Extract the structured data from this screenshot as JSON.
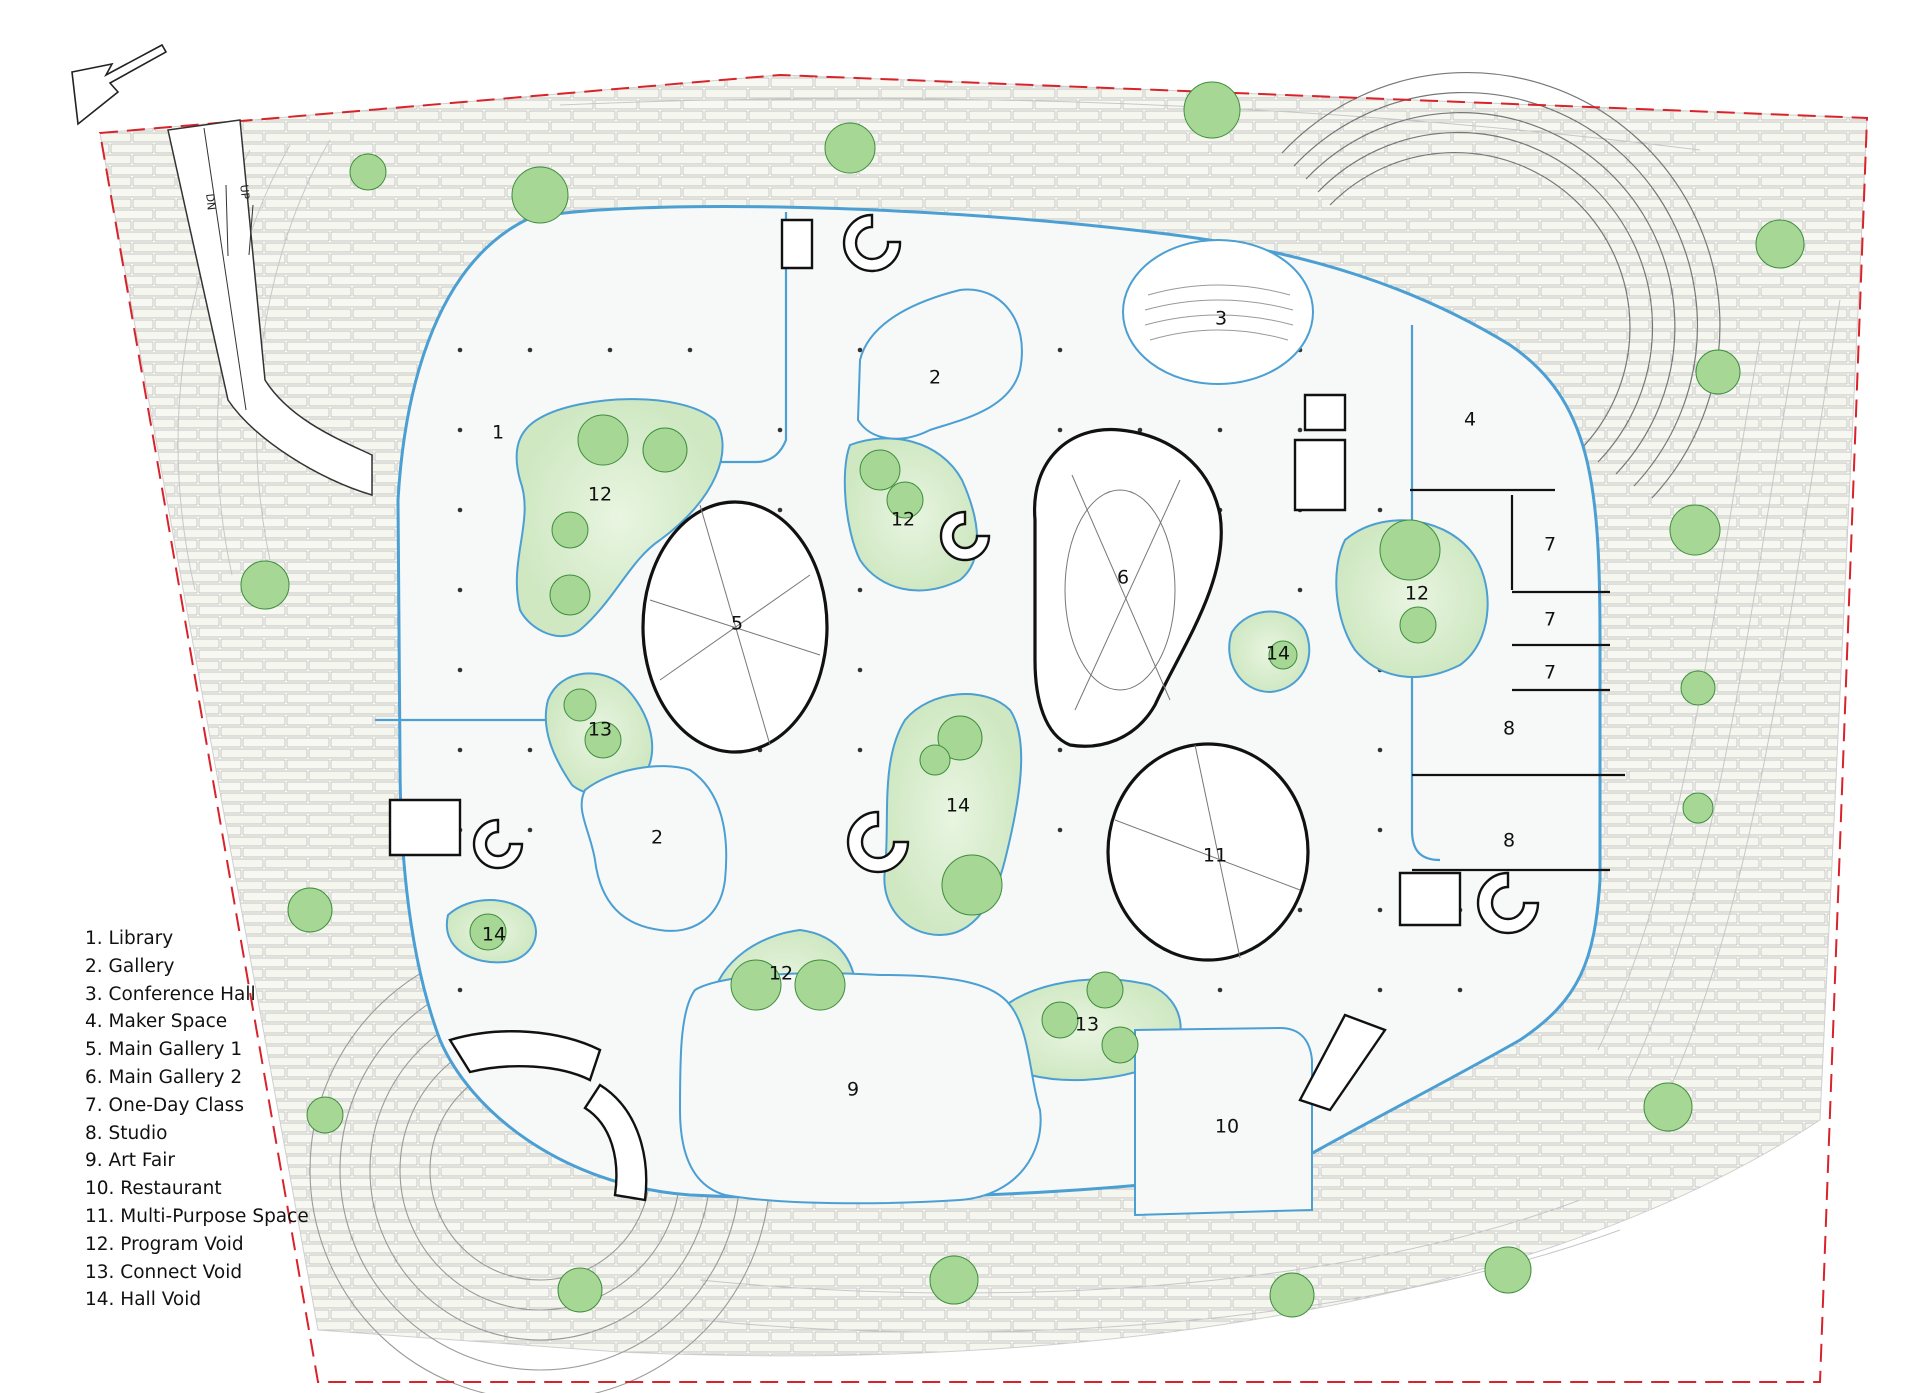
{
  "legend": [
    "1. Library",
    "2. Gallery",
    "3. Conference Hall",
    "4. Maker Space",
    "5. Main Gallery 1",
    "6. Main Gallery 2",
    "7. One-Day Class",
    "8. Studio",
    "9. Art Fair",
    "10. Restaurant",
    "11. Multi-Purpose Space",
    "12. Program Void",
    "13. Connect Void",
    "14. Hall Void"
  ],
  "labels": {
    "library": "1",
    "gallery": "2",
    "conference_hall": "3",
    "maker_space": "4",
    "main_gallery_1": "5",
    "main_gallery_2": "6",
    "one_day_class": "7",
    "studio": "8",
    "art_fair": "9",
    "restaurant": "10",
    "multi_purpose_space": "11",
    "program_void": "12",
    "connect_void": "13",
    "hall_void": "14"
  },
  "ramp": {
    "down": "DN",
    "up": "UP"
  },
  "icons": {
    "north": "north-arrow-icon"
  },
  "colors": {
    "site_boundary": "#d8232a",
    "building_outline": "#4b9fd3",
    "tree": "#7cc46a",
    "paving": "#b9b9b9",
    "wall": "#111111"
  }
}
